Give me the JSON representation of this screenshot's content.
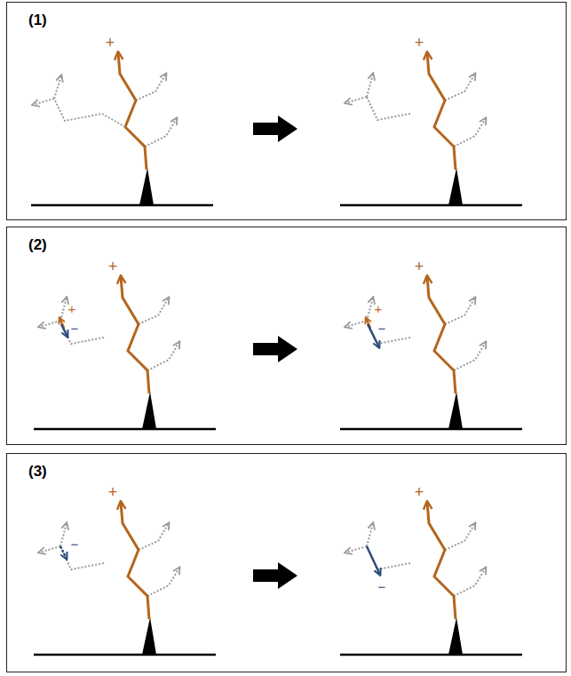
{
  "diagram": {
    "nodes": [
      {
        "text": [
          "(1)"
        ]
      },
      {
        "text": [
          "(2)"
        ]
      },
      {
        "text": [
          "(3)"
        ]
      }
    ],
    "labels": [
      "+",
      "+",
      "+",
      "+",
      "−",
      "+",
      "+",
      "−",
      "+",
      "−",
      "+",
      "−"
    ]
  }
}
